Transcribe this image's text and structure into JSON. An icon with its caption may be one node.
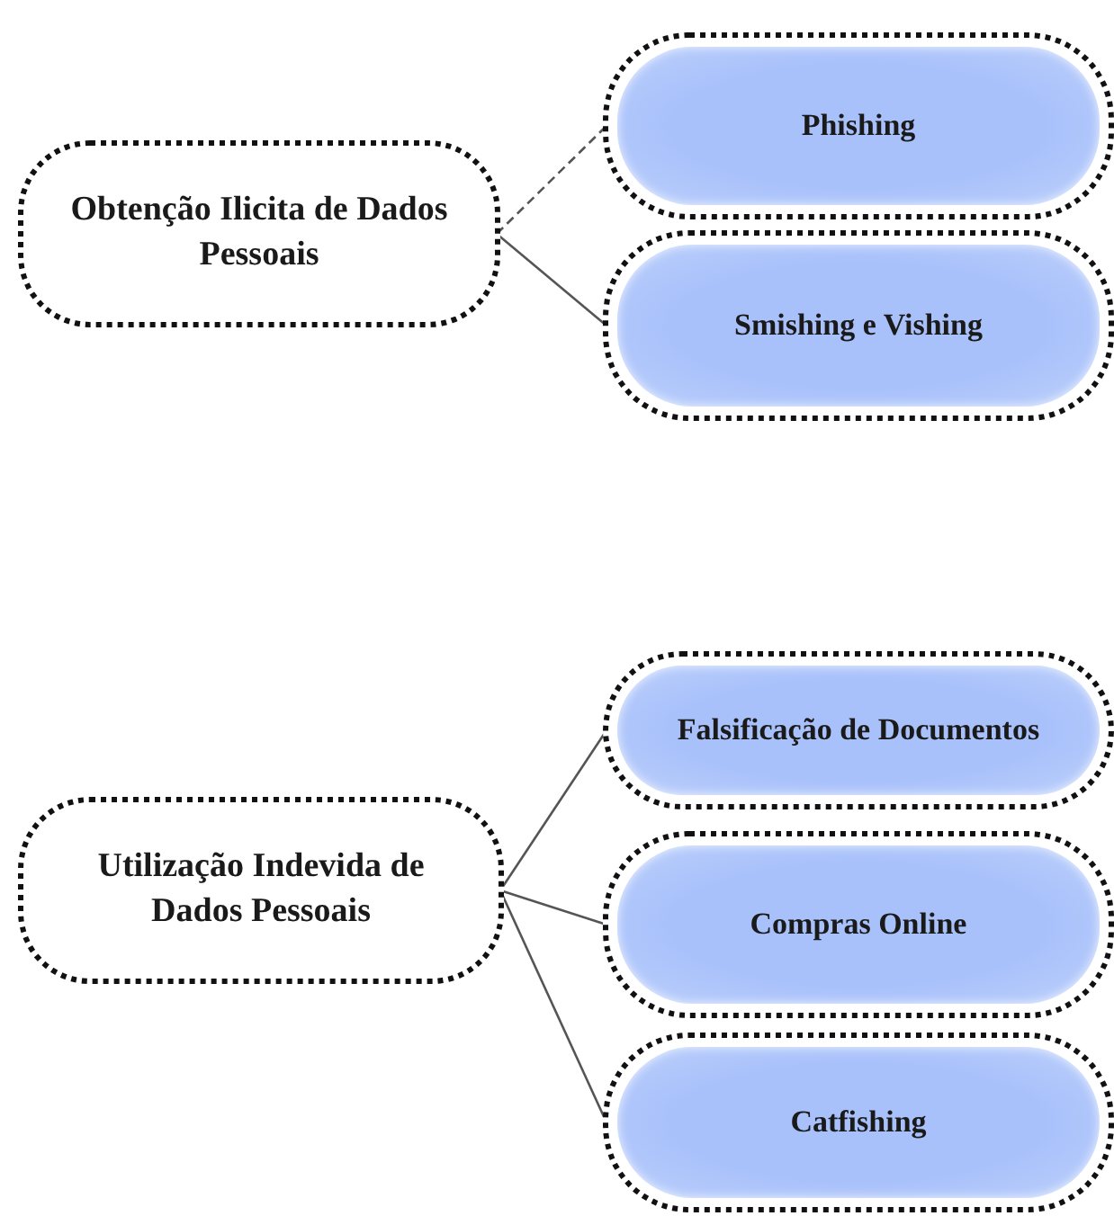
{
  "diagram": {
    "nodes": [
      {
        "text": [
          "Obtenção Ilicita de Dados Pessoais"
        ]
      },
      {
        "text": [
          "Phishing"
        ]
      },
      {
        "text": [
          "Smishing e Vishing"
        ]
      },
      {
        "text": [
          "Utilização Indevida de Dados Pessoais"
        ]
      },
      {
        "text": [
          "Falsificação de Documentos"
        ]
      },
      {
        "text": [
          "Compras Online"
        ]
      },
      {
        "text": [
          "Catfishing"
        ]
      }
    ],
    "edges": [
      {
        "from": 0,
        "to": 1,
        "arrow": "none",
        "style": "dashed"
      },
      {
        "from": 0,
        "to": 2,
        "arrow": "none"
      },
      {
        "from": 3,
        "to": 4,
        "arrow": "none"
      },
      {
        "from": 3,
        "to": 5,
        "arrow": "none"
      },
      {
        "from": 3,
        "to": 6,
        "arrow": "none"
      }
    ]
  }
}
